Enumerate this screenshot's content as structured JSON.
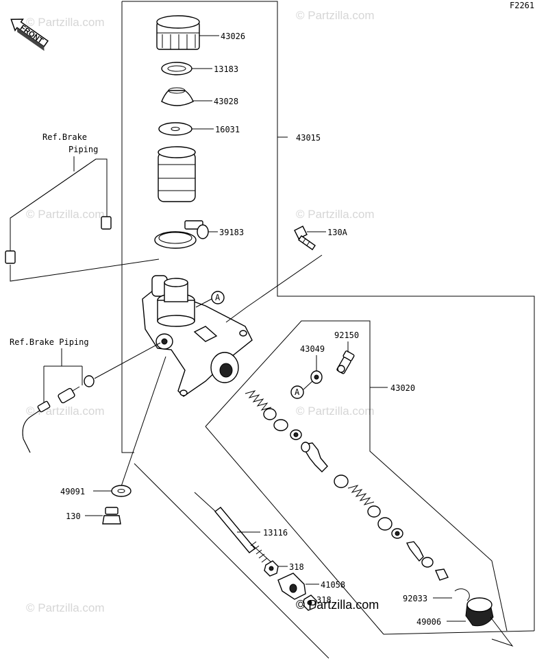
{
  "figure_id": "F2261",
  "front_label": "FRONT",
  "ref_brake_piping_upper": [
    "Ref.Brake",
    "Piping"
  ],
  "ref_brake_piping_lower": "Ref.Brake Piping",
  "watermark_text": "© Partzilla.com",
  "footer_watermark": "© Partzilla.com",
  "parts": {
    "p43026": "43026",
    "p13183": "13183",
    "p43028": "43028",
    "p16031": "16031",
    "p43015": "43015",
    "p39183": "39183",
    "p130A": "130A",
    "p92150": "92150",
    "p43049": "43049",
    "p43020": "43020",
    "p49091": "49091",
    "p130": "130",
    "p13116": "13116",
    "p318a": "318",
    "p41058": "41058",
    "p318b": "318",
    "p92033": "92033",
    "p49006": "49006"
  },
  "callout_a": "A"
}
